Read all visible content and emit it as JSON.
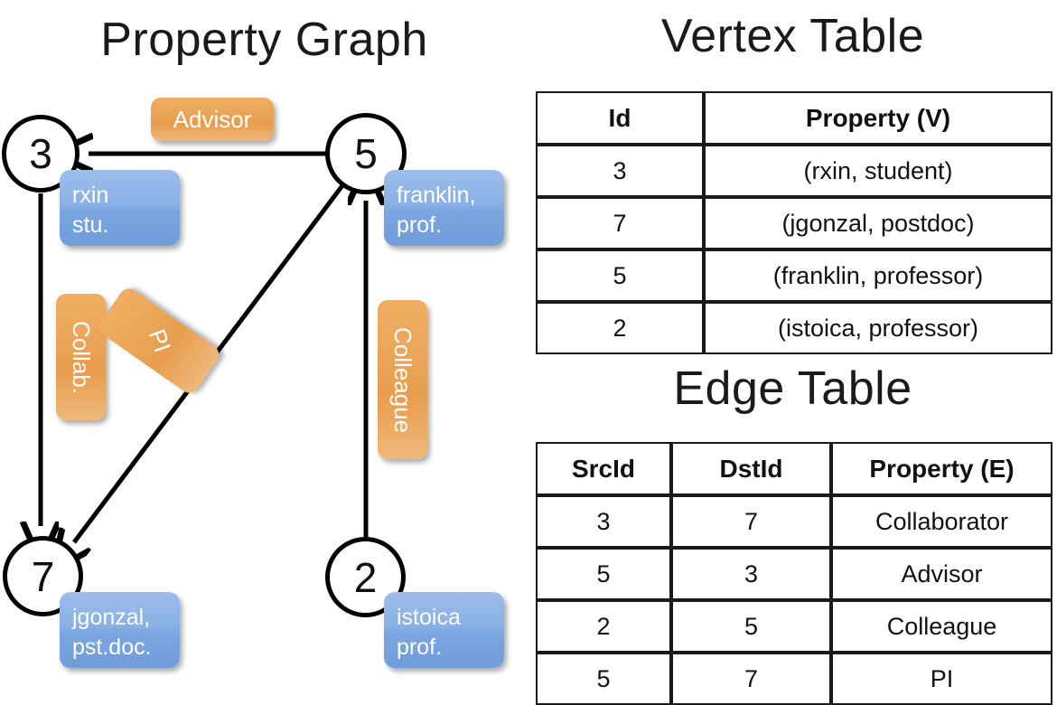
{
  "titles": {
    "property_graph": "Property Graph",
    "vertex_table": "Vertex Table",
    "edge_table": "Edge Table"
  },
  "colors": {
    "vertex_property_fill": "#cedced",
    "edge_property_fill": "#f6ddc2",
    "node_box_blue": "#89b0e6",
    "edge_label_orange": "#eaa457",
    "stroke": "#000000",
    "background": "#ffffff"
  },
  "graph": {
    "nodes": [
      {
        "id": "3",
        "label": "3",
        "property_line1": "rxin",
        "property_line2": "stu."
      },
      {
        "id": "5",
        "label": "5",
        "property_line1": "franklin,",
        "property_line2": "prof."
      },
      {
        "id": "7",
        "label": "7",
        "property_line1": "jgonzal,",
        "property_line2": "pst.doc."
      },
      {
        "id": "2",
        "label": "2",
        "property_line1": "istoica",
        "property_line2": "prof."
      }
    ],
    "edge_labels": [
      {
        "key": "advisor",
        "text": "Advisor"
      },
      {
        "key": "collab",
        "text": "Collab."
      },
      {
        "key": "pi",
        "text": "PI"
      },
      {
        "key": "colleague",
        "text": "Colleague"
      }
    ],
    "edges": [
      {
        "from": "5",
        "to": "3",
        "label": "Advisor"
      },
      {
        "from": "3",
        "to": "7",
        "label": "Collab."
      },
      {
        "from": "5",
        "to": "7",
        "label": "PI"
      },
      {
        "from": "2",
        "to": "5",
        "label": "Colleague"
      }
    ]
  },
  "vertex_table": {
    "headers": [
      "Id",
      "Property (V)"
    ],
    "rows": [
      {
        "id": "3",
        "property": "(rxin, student)"
      },
      {
        "id": "7",
        "property": "(jgonzal, postdoc)"
      },
      {
        "id": "5",
        "property": "(franklin, professor)"
      },
      {
        "id": "2",
        "property": "(istoica, professor)"
      }
    ]
  },
  "edge_table": {
    "headers": [
      "SrcId",
      "DstId",
      "Property (E)"
    ],
    "rows": [
      {
        "src": "3",
        "dst": "7",
        "property": "Collaborator"
      },
      {
        "src": "5",
        "dst": "3",
        "property": "Advisor"
      },
      {
        "src": "2",
        "dst": "5",
        "property": "Colleague"
      },
      {
        "src": "5",
        "dst": "7",
        "property": "PI"
      }
    ]
  }
}
